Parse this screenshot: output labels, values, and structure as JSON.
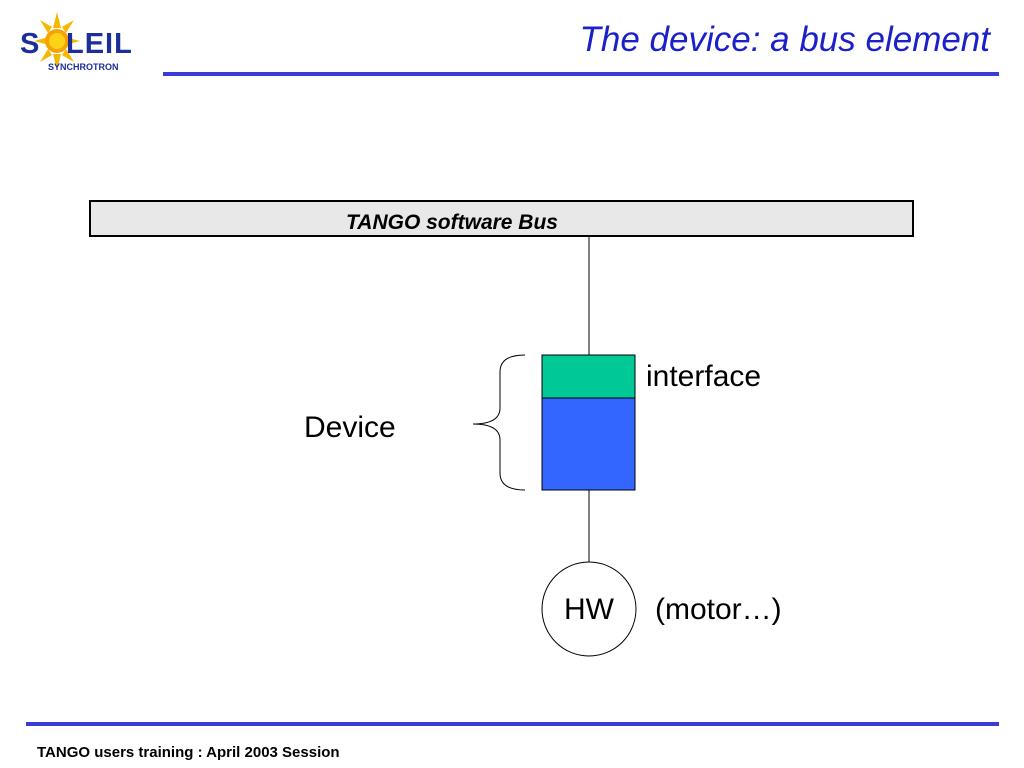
{
  "slide": {
    "title": "The device: a bus element",
    "logo": {
      "name": "SOLEIL",
      "subtitle": "SYNCHROTRON"
    },
    "footer": "TANGO users training : April 2003 Session"
  },
  "diagram": {
    "bus_label": "TANGO software Bus",
    "device_label": "Device",
    "interface_label": "interface",
    "hw_label": "HW",
    "hw_note": "(motor…)"
  },
  "colors": {
    "title": "#1c20c8",
    "rule": "#3b3bd6",
    "bus_fill": "#e8e8e8",
    "interface_fill": "#00c896",
    "device_fill": "#3366ff",
    "logo_sun": "#f5b800",
    "logo_text": "#1a2f9a"
  }
}
